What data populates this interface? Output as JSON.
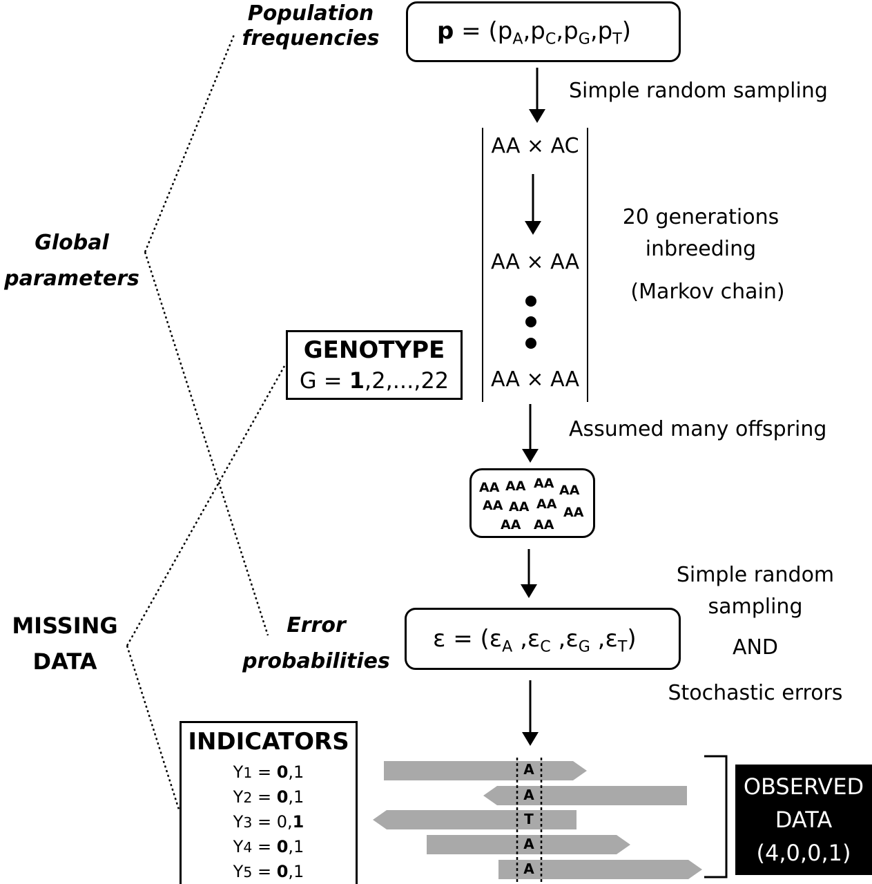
{
  "top": {
    "label_line1": "Population",
    "label_line2": "frequencies",
    "formula_bold": "p",
    "formula_eq": " = (",
    "p": "p",
    "sub_A": "A",
    "sub_C": "C",
    "sub_G": "G",
    "sub_T": "T",
    "comma": ",",
    "close": ")",
    "step1": "Simple random sampling"
  },
  "global": {
    "line1": "Global",
    "line2": "parameters"
  },
  "missing": {
    "line1": "MISSING",
    "line2": "DATA"
  },
  "chain": {
    "cross1": "AA × AC",
    "cross2": "AA × AA",
    "cross3": "AA × AA",
    "gen_line1": "20 generations",
    "gen_line2": "inbreeding",
    "gen_line3": "(Markov chain)",
    "step2": "Assumed many offspring"
  },
  "genotype": {
    "title": "GENOTYPE",
    "formula_pre": "G = ",
    "formula_bold": "1",
    "formula_post": ",2,...,22"
  },
  "offspring": [
    "AA",
    "AA",
    "AA",
    "AA",
    "AA",
    "AA",
    "AA",
    "AA",
    "AA",
    "AA"
  ],
  "error": {
    "label_line1": "Error",
    "label_line2": "probabilities",
    "eps": "ε",
    "eq": " = (",
    "sub_A": "A",
    "sub_C": "C",
    "sub_G": "G",
    "sub_T": "T",
    "comma": " ,",
    "close": ")",
    "step3_line1": "Simple random",
    "step3_line2": "sampling",
    "step3_line3": "AND",
    "step3_line4": "Stochastic errors"
  },
  "indicators": {
    "title": "INDICATORS",
    "rows": [
      {
        "y": "Y",
        "n": "1",
        "eq": " = ",
        "v0": "0",
        "sep": ",",
        "v1": "1",
        "bold": "0"
      },
      {
        "y": "Y",
        "n": "2",
        "eq": " = ",
        "v0": "0",
        "sep": ",",
        "v1": "1",
        "bold": "0"
      },
      {
        "y": "Y",
        "n": "3",
        "eq": " = ",
        "v0": "0",
        "sep": ",",
        "v1": "1",
        "bold": "1"
      },
      {
        "y": "Y",
        "n": "4",
        "eq": " = ",
        "v0": "0",
        "sep": ",",
        "v1": "1",
        "bold": "0"
      },
      {
        "y": "Y",
        "n": "5",
        "eq": " = ",
        "v0": "0",
        "sep": ",",
        "v1": "1",
        "bold": "0"
      }
    ]
  },
  "reads": {
    "letters": [
      "A",
      "A",
      "T",
      "A",
      "A"
    ],
    "directions": [
      "right",
      "left",
      "left",
      "right",
      "right"
    ]
  },
  "observed": {
    "line1": "OBSERVED",
    "line2": "DATA",
    "line3": "(4,0,0,1)"
  },
  "colors": {
    "read_fill": "#a9a9a9",
    "observed_bg": "#000000",
    "observed_text": "#ffffff",
    "stroke": "#000000"
  }
}
